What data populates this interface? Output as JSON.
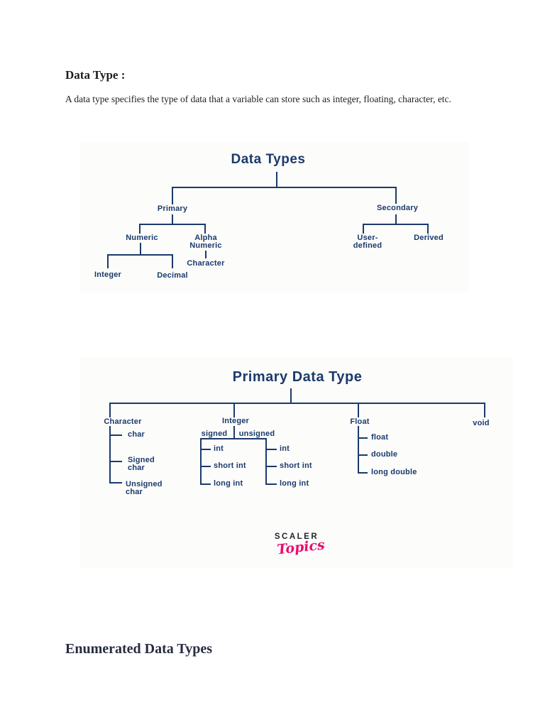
{
  "page": {
    "heading": "Data Type :",
    "paragraph": "A data type specifies the type of data that a variable can store such as integer, floating, character, etc.",
    "footer_heading": "Enumerated Data Types"
  },
  "colors": {
    "diagram_navy": "#1b3a6b",
    "logo_dark": "#26242e",
    "logo_pink": "#ea0e6f",
    "body_text": "#1e1e1e"
  },
  "diagram1": {
    "title": "Data Types",
    "nodes": {
      "primary": "Primary",
      "secondary": "Secondary",
      "numeric": "Numeric",
      "alpha_numeric": "Alpha\nNumeric",
      "character": "Character",
      "integer": "Integer",
      "decimal": "Decimal",
      "user_defined": "User-\ndefined",
      "derived": "Derived"
    }
  },
  "diagram2": {
    "title": "Primary Data Type",
    "nodes": {
      "character": "Character",
      "char": "char",
      "signed_char": "Signed\nchar",
      "unsigned_char": "Unsigned\nchar",
      "integer": "Integer",
      "signed": "signed",
      "unsigned": "unsigned",
      "s_int": "int",
      "s_short_int": "short int",
      "s_long_int": "long int",
      "u_int": "int",
      "u_short_int": "short int",
      "u_long_int": "long int",
      "float_group": "Float",
      "float": "float",
      "double": "double",
      "long_double": "long double",
      "void": "void"
    }
  },
  "logo": {
    "brand": "SCALER",
    "sub": "Topics"
  }
}
